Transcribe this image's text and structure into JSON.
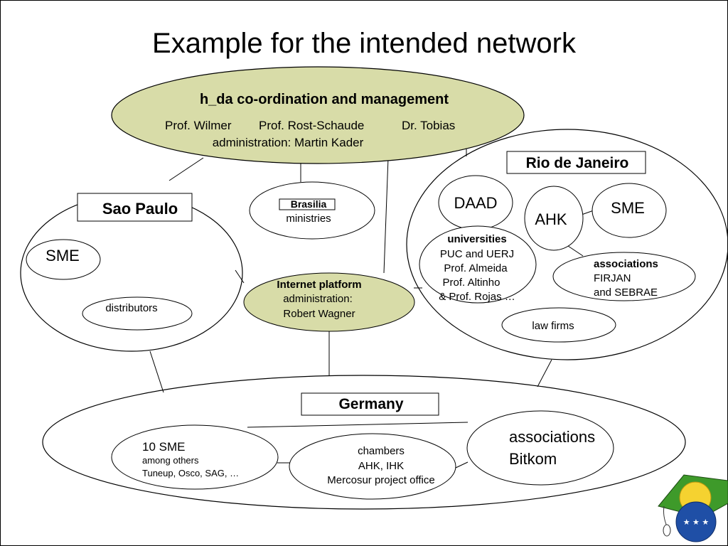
{
  "title": "Example for the intended network",
  "coordination": {
    "heading": "h_da co-ordination and management",
    "professors": [
      "Prof. Wilmer",
      "Prof. Rost-Schaude",
      "Dr. Tobias"
    ],
    "administration": "administration: Martin Kader"
  },
  "sao_paulo": {
    "label": "Sao Paulo",
    "sme": "SME",
    "distributors": "distributors"
  },
  "brasilia": {
    "label": "Brasilia",
    "ministries": "ministries"
  },
  "internet_platform": {
    "heading": "Internet platform",
    "line1": "administration:",
    "line2": "Robert Wagner"
  },
  "rio": {
    "label": "Rio de Janeiro",
    "daad": "DAAD",
    "ahk": "AHK",
    "sme": "SME",
    "universities": {
      "heading": "universities",
      "lines": [
        "PUC and UERJ",
        "Prof. Almeida",
        "Prof. Altinho",
        "& Prof. Rojas …"
      ]
    },
    "associations": {
      "heading": "associations",
      "lines": [
        "FIRJAN",
        "and SEBRAE"
      ]
    },
    "law_firms": "law firms"
  },
  "germany": {
    "label": "Germany",
    "sme": {
      "heading": "10 SME",
      "line1": "among others",
      "line2": "Tuneup, Osco, SAG, …"
    },
    "chambers": {
      "lines": [
        "chambers",
        "AHK, IHK",
        "Mercosur project office"
      ]
    },
    "associations": {
      "lines": [
        "associations",
        "Bitkom"
      ]
    }
  },
  "colors": {
    "highlight_fill": "#d8dca8",
    "logo_cap": "#3e9a2a",
    "logo_sun": "#f5d230",
    "logo_globe": "#1f4fa6"
  }
}
